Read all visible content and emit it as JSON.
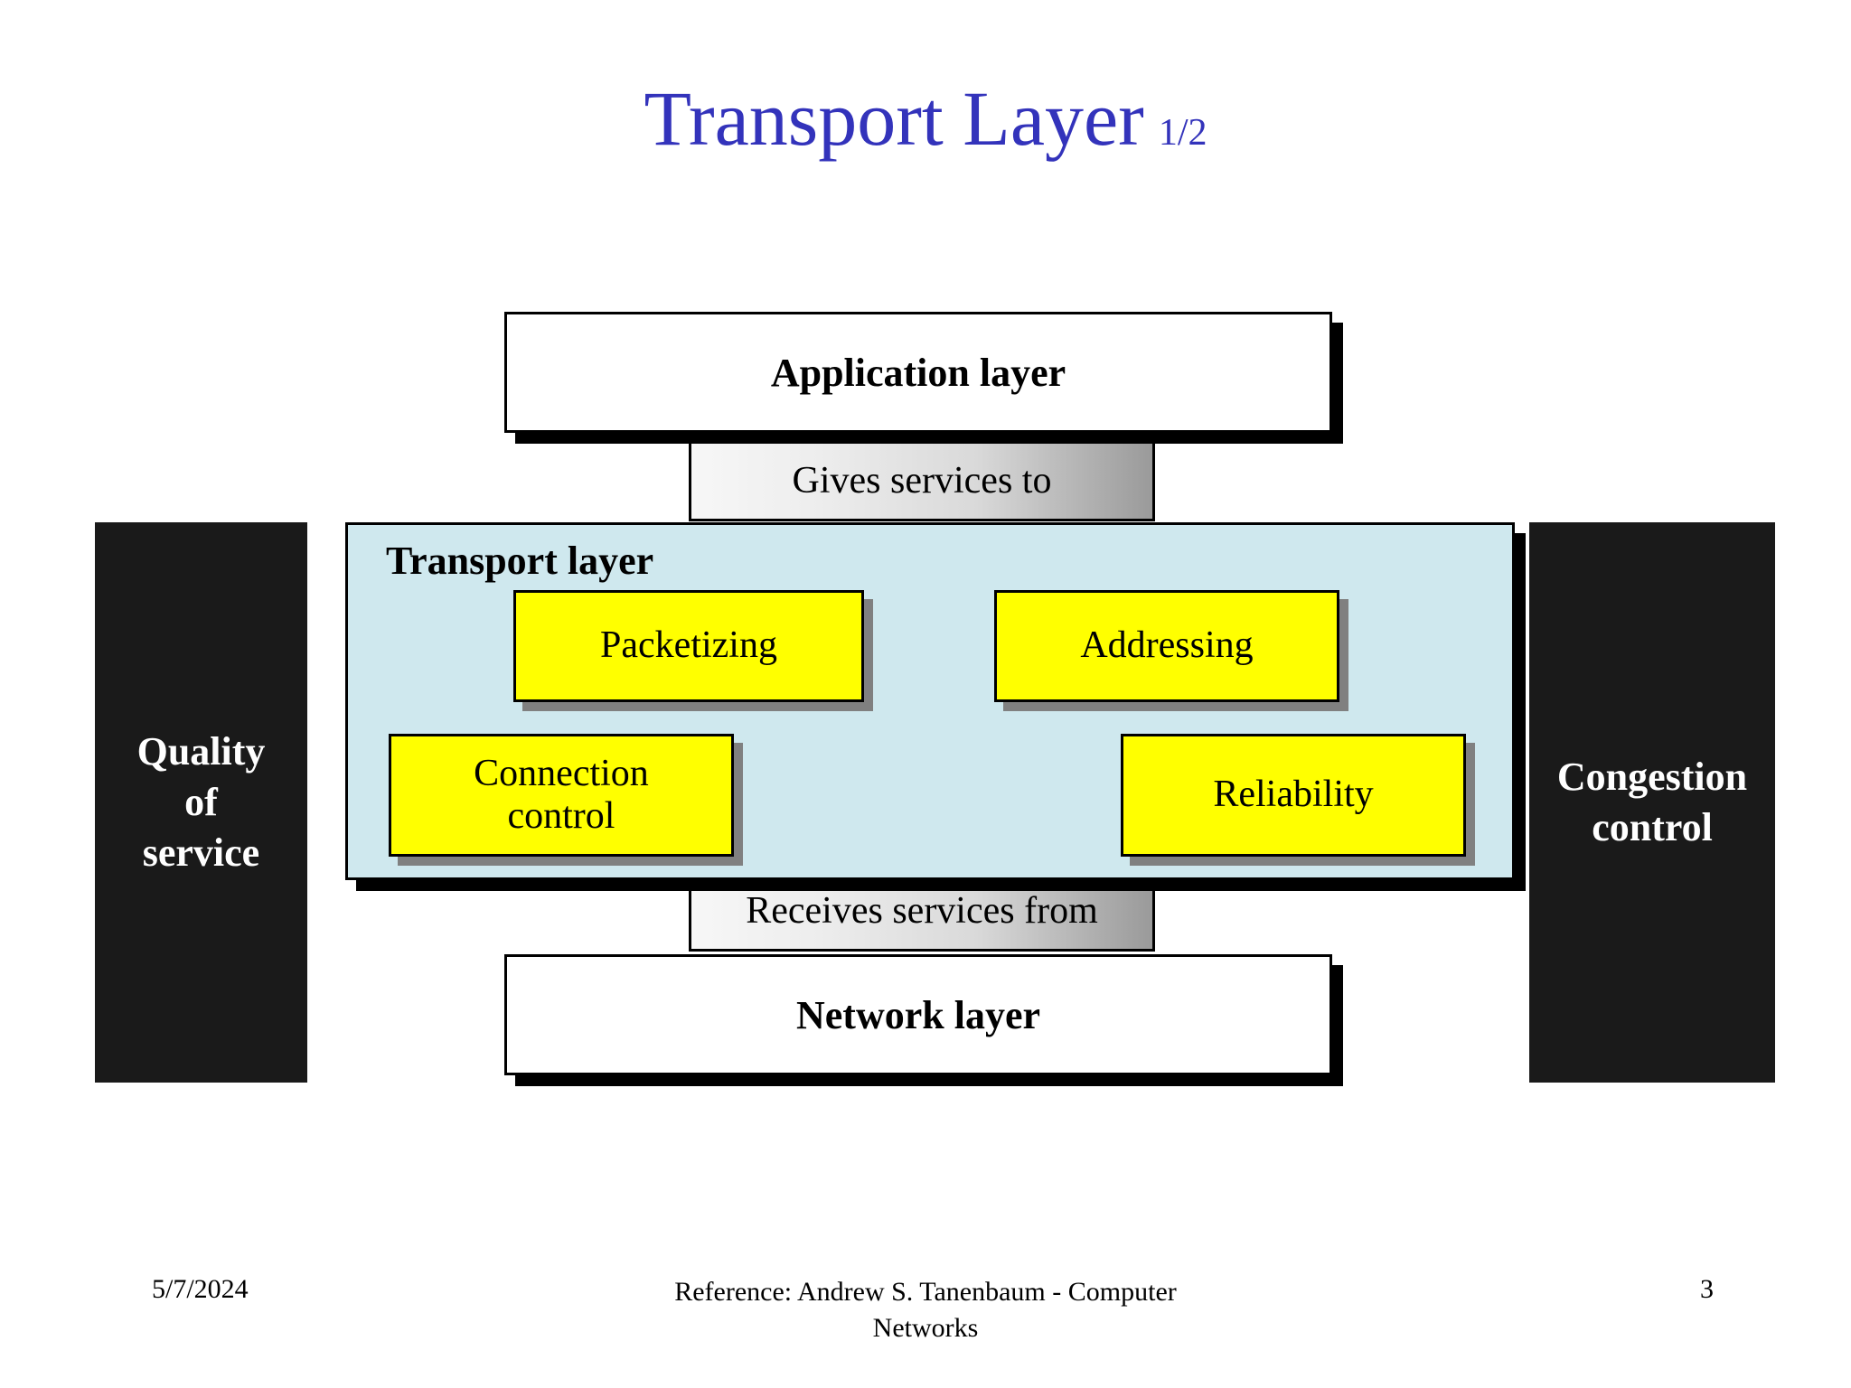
{
  "title": {
    "main": "Transport Layer",
    "sub": "1/2",
    "color": "#3333bb"
  },
  "diagram": {
    "application_layer": "Application layer",
    "network_layer": "Network layer",
    "gives_services": "Gives services to",
    "receives_services": "Receives services from",
    "transport_layer": "Transport layer",
    "panel_color": "#cfe8ee",
    "feature_color": "#ffff00",
    "side_panel_color": "#1a1a1a",
    "features": [
      {
        "id": "packetizing",
        "label": "Packetizing"
      },
      {
        "id": "addressing",
        "label": "Addressing"
      },
      {
        "id": "connection-control",
        "line1": "Connection",
        "line2": "control"
      },
      {
        "id": "reliability",
        "label": "Reliability"
      }
    ],
    "side_panels": {
      "left": {
        "line1": "Quality",
        "line2": "of",
        "line3": "service"
      },
      "right": {
        "line1": "Congestion",
        "line2": "control"
      }
    }
  },
  "footer": {
    "date": "5/7/2024",
    "reference": "Reference: Andrew S. Tanenbaum - Computer Networks",
    "page": "3"
  }
}
